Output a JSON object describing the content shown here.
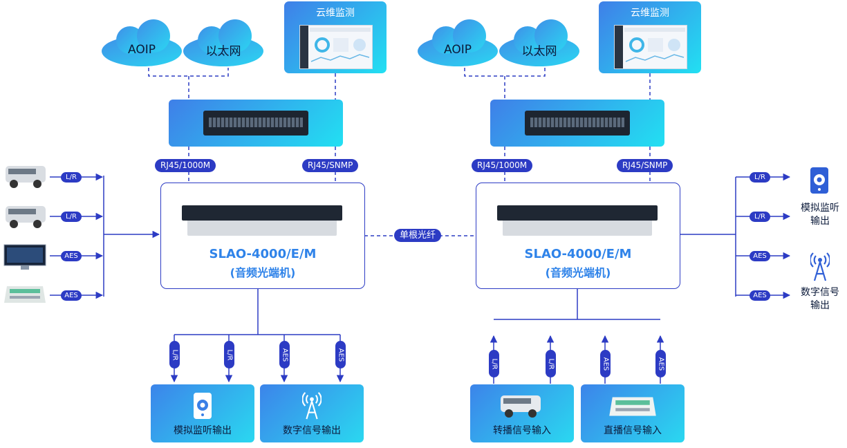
{
  "top": {
    "left_clouds": [
      "AOIP",
      "以太网"
    ],
    "right_clouds": [
      "AOIP",
      "以太网"
    ],
    "monitor_title": "云维监测"
  },
  "ports": {
    "rj45_data": "RJ45/1000M",
    "rj45_snmp": "RJ45/SNMP"
  },
  "device": {
    "model": "SLAO-4000/E/M",
    "name": "(音频光端机)"
  },
  "link": {
    "fiber": "单根光纤"
  },
  "left_inputs": [
    "L/R",
    "L/R",
    "AES",
    "AES"
  ],
  "right_outputs": [
    "L/R",
    "L/R",
    "AES",
    "AES"
  ],
  "right_side": {
    "analog_output": [
      "模拟监听",
      "输出"
    ],
    "digital_output": [
      "数字信号",
      "输出"
    ]
  },
  "bottom_left": {
    "signals": [
      "L/R",
      "L/R",
      "AES",
      "AES"
    ],
    "boxes": [
      "模拟监听输出",
      "数字信号输出"
    ]
  },
  "bottom_right": {
    "signals": [
      "L/R",
      "L/R",
      "AES",
      "AES"
    ],
    "boxes": [
      "转播信号输入",
      "直播信号输入"
    ]
  },
  "colors": {
    "accent": "#2c3bc4",
    "title_blue": "#2f83e9",
    "gradient_start": "#3f7fe8",
    "gradient_end": "#22e0f2"
  }
}
